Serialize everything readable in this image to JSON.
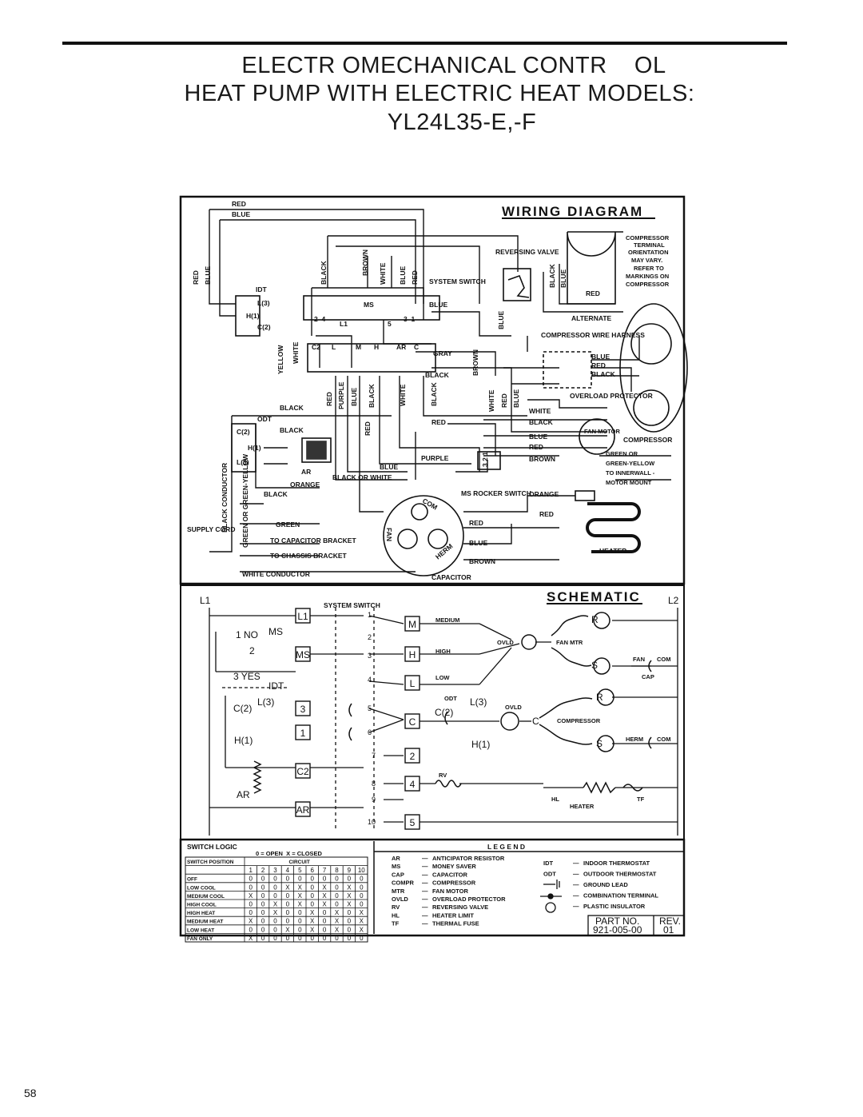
{
  "header": {
    "line1": "ELECTR OMECHANICAL CONTR    OL",
    "line2": "HEAT PUMP WITH ELECTRIC HEAT MODELS:",
    "line3": "YL24L35-E,-F"
  },
  "wiring": {
    "title": "WIRING DIAGRAM",
    "labels": {
      "red": "RED",
      "blue": "BLUE",
      "black": "BLACK",
      "brown": "BROWN",
      "white": "WHITE",
      "yellow": "YELLOW",
      "purple": "PURPLE",
      "gray": "GRAY",
      "orange": "ORANGE",
      "green": "GREEN",
      "idt": "IDT",
      "odt": "ODT",
      "ms": "MS",
      "ar": "AR",
      "system_switch": "SYSTEM SWITCH",
      "reversing_valve": "REVERSING VALVE",
      "alternate": "ALTERNATE",
      "compressor_wire_harness": "COMPRESSOR WIRE HARNESS",
      "overload_protector": "OVERLOAD PROTECTOR",
      "fan_motor": "FAN MOTOR",
      "compressor": "COMPRESSOR",
      "compressor_note": [
        "COMPRESSOR",
        "TERMINAL",
        "ORIENTATION",
        "MAY VARY.",
        "REFER TO",
        "MARKINGS ON",
        "COMPRESSOR"
      ],
      "green_yellow_note": [
        "GREEN OR",
        "GREEN-YELLOW",
        "TO INNERWALL -",
        "MOTOR MOUNT"
      ],
      "black_or_white": "BLACK OR WHITE",
      "ms_rocker_switch": "MS ROCKER SWITCH",
      "heater": "HEATER",
      "capacitor": "CAPACITOR",
      "supply_cord": "SUPPLY CORD",
      "black_conductor": "BLACK CONDUCTOR",
      "green_or_green_yellow": "GREEN OR GREEN-YELLOW",
      "to_capacitor_bracket": "TO CAPACITOR BRACKET",
      "to_chassis_bracket": "TO CHASSIS BRACKET",
      "white_conductor": "WHITE CONDUCTOR",
      "com": "COM",
      "fan": "FAN",
      "herm": "HERM",
      "l3": "L(3)",
      "h1": "H(1)",
      "c2": "C(2)",
      "l1": "L1",
      "c2b": "C2",
      "l": "L",
      "m": "M",
      "h": "H",
      "arc": "AR",
      "c": "C",
      "nums_a": "2  4",
      "nums_b": "5",
      "nums_c": "3  1",
      "rocker_nums": "3 2 1"
    }
  },
  "schematic": {
    "title": "SCHEMATIC",
    "l1": "L1",
    "l2": "L2",
    "system_switch": "SYSTEM SWITCH",
    "ms": "MS",
    "no": "1 NO",
    "yes": "3 YES",
    "two": "2",
    "idt": "IDT",
    "c2": "C(2)",
    "l3": "L(3)",
    "h1": "H(1)",
    "ar": "AR",
    "odt": "ODT",
    "boxes_left": [
      "L1",
      "MS",
      "3",
      "1",
      "C2",
      "AR"
    ],
    "boxes_right": [
      "M",
      "H",
      "L",
      "C",
      "2",
      "4",
      "5"
    ],
    "contacts": [
      "1",
      "2",
      "3",
      "4",
      "5",
      "6",
      "7",
      "8",
      "9",
      "10"
    ],
    "medium": "MEDIUM",
    "high": "HIGH",
    "low": "LOW",
    "ovld": "OVLD",
    "fan_mtr": "FAN MTR",
    "fan": "FAN",
    "com": "COM",
    "cap": "CAP",
    "compressor": "COMPRESSOR",
    "herm": "HERM",
    "rv": "RV",
    "hl": "HL",
    "heater": "HEATER",
    "tf": "TF",
    "r": "R",
    "s": "S",
    "c": "C"
  },
  "switch_logic": {
    "title": "SWITCH LOGIC",
    "key": "0 = OPEN  X = CLOSED",
    "position_header": "SWITCH POSITION",
    "circuit_header": "CIRCUIT",
    "circuits": [
      "1",
      "2",
      "3",
      "4",
      "5",
      "6",
      "7",
      "8",
      "9",
      "10"
    ],
    "rows": [
      {
        "name": "OFF",
        "values": [
          "0",
          "0",
          "0",
          "0",
          "0",
          "0",
          "0",
          "0",
          "0",
          "0"
        ]
      },
      {
        "name": "LOW COOL",
        "values": [
          "0",
          "0",
          "0",
          "X",
          "X",
          "0",
          "X",
          "0",
          "X",
          "0"
        ]
      },
      {
        "name": "MEDIUM COOL",
        "values": [
          "X",
          "0",
          "0",
          "0",
          "X",
          "0",
          "X",
          "0",
          "X",
          "0"
        ]
      },
      {
        "name": "HIGH COOL",
        "values": [
          "0",
          "0",
          "X",
          "0",
          "X",
          "0",
          "X",
          "0",
          "X",
          "0"
        ]
      },
      {
        "name": "HIGH HEAT",
        "values": [
          "0",
          "0",
          "X",
          "0",
          "0",
          "X",
          "0",
          "X",
          "0",
          "X"
        ]
      },
      {
        "name": "MEDIUM HEAT",
        "values": [
          "X",
          "0",
          "0",
          "0",
          "0",
          "X",
          "0",
          "X",
          "0",
          "X"
        ]
      },
      {
        "name": "LOW HEAT",
        "values": [
          "0",
          "0",
          "0",
          "X",
          "0",
          "X",
          "0",
          "X",
          "0",
          "X"
        ]
      },
      {
        "name": "FAN ONLY",
        "values": [
          "X",
          "0",
          "0",
          "0",
          "0",
          "0",
          "0",
          "0",
          "0",
          "0"
        ]
      }
    ]
  },
  "legend": {
    "title": "L E G E N D",
    "left": [
      {
        "abbr": "AR",
        "desc": "ANTICIPATOR RESISTOR"
      },
      {
        "abbr": "MS",
        "desc": "MONEY SAVER"
      },
      {
        "abbr": "CAP",
        "desc": "CAPACITOR"
      },
      {
        "abbr": "COMPR",
        "desc": "COMPRESSOR"
      },
      {
        "abbr": "MTR",
        "desc": "FAN MOTOR"
      },
      {
        "abbr": "OVLD",
        "desc": "OVERLOAD PROTECTOR"
      },
      {
        "abbr": "RV",
        "desc": "REVERSING VALVE"
      },
      {
        "abbr": "HL",
        "desc": "HEATER LIMIT"
      },
      {
        "abbr": "TF",
        "desc": "THERMAL FUSE"
      }
    ],
    "right": [
      {
        "abbr": "IDT",
        "desc": "INDOOR THERMOSTAT"
      },
      {
        "abbr": "ODT",
        "desc": "OUTDOOR THERMOSTAT"
      },
      {
        "abbr": "",
        "desc": "GROUND LEAD"
      },
      {
        "abbr": "",
        "desc": "COMBINATION TERMINAL"
      },
      {
        "abbr": "",
        "desc": "PLASTIC INSULATOR"
      }
    ],
    "dash": "—",
    "part_no_label": "PART NO.",
    "rev_label": "REV.",
    "part_no": "921-005-00",
    "rev": "01"
  },
  "page_number": "58"
}
